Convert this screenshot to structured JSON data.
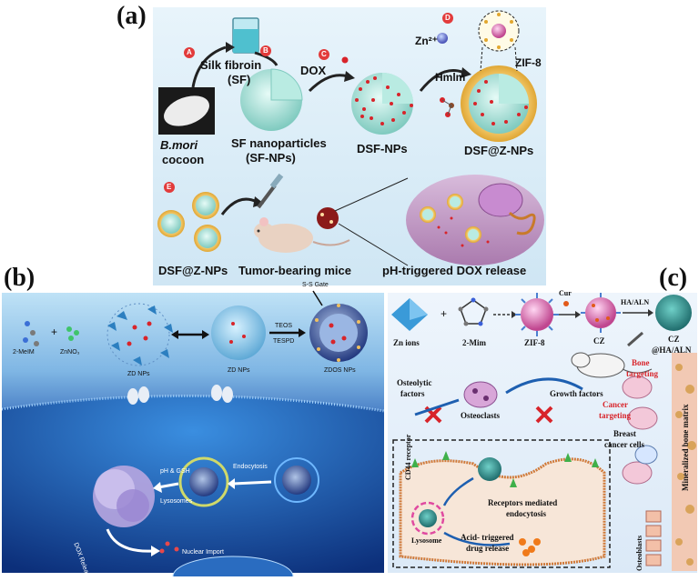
{
  "panels": {
    "a": {
      "label": "(a)",
      "steps": [
        "A",
        "B",
        "C",
        "D",
        "E"
      ],
      "texts": {
        "silk_fibroin": "Silk fibroin",
        "sf": "(SF)",
        "bmori": "B.mori",
        "cocoon": "cocoon",
        "sf_np": "SF nanoparticles",
        "sf_np2": "(SF-NPs)",
        "dox": "DOX",
        "dsf_np": "DSF-NPs",
        "zn": "Zn²⁺",
        "hmim": "Hmlm",
        "zif8": "ZIF-8",
        "dsfz_np": "DSF@Z-NPs",
        "dsfz_np2": "DSF@Z-NPs",
        "mice": "Tumor-bearing mice",
        "release": "pH-triggered DOX release"
      }
    },
    "b": {
      "label": "(b)",
      "texts": {
        "melm": "2-MeIM",
        "zno": "ZnNO₃",
        "zd1": "ZD NPs",
        "zd2": "ZD NPs",
        "teos": "TEOS",
        "tespd": "TESPD",
        "ss_gate": "S-S Gate",
        "zdos": "ZDOS NPs",
        "ph_gsh": "pH & GSH",
        "lysosome": "Lysosomes",
        "endocytosis": "Endocytosis",
        "dox_release": "DOX Release",
        "nuclear": "Nuclear Import"
      }
    },
    "c": {
      "label": "(c)",
      "texts": {
        "zn_ions": "Zn ions",
        "mim": "2-Mim",
        "zif8": "ZIF-8",
        "cur": "Cur",
        "cz": "CZ",
        "ha_aln": "HA/ALN",
        "cz_ha1": "CZ",
        "cz_ha2": "@HA/ALN",
        "bone1": "Bone",
        "bone2": "targeting",
        "osteolytic1": "Osteolytic",
        "osteolytic2": "factors",
        "osteoclasts": "Osteoclasts",
        "growth": "Growth factors",
        "cancer1": "Cancer",
        "cancer2": "targeting",
        "breast1": "Breast",
        "breast2": "cancer cells",
        "cd44": "CD44 receptor",
        "receptor1": "Receptors mediated",
        "receptor2": "endocytosis",
        "lysosome": "Lysosome",
        "acid1": "Acid- triggered",
        "acid2": "drug release",
        "osteoblasts": "Osteoblasts",
        "matrix": "Mineralized bone matrix"
      }
    }
  },
  "colors": {
    "panel_a_bg": "#d9ecf7",
    "panel_b_bg": "#1c4f9c",
    "panel_c_bg": "#e3eef9",
    "step_badge": "#e23b3b",
    "dox_red": "#d8242a",
    "zif_gold": "#e2a72e",
    "sf_teal": "#8fd6cc",
    "bone_pink": "#f2c9b4"
  }
}
